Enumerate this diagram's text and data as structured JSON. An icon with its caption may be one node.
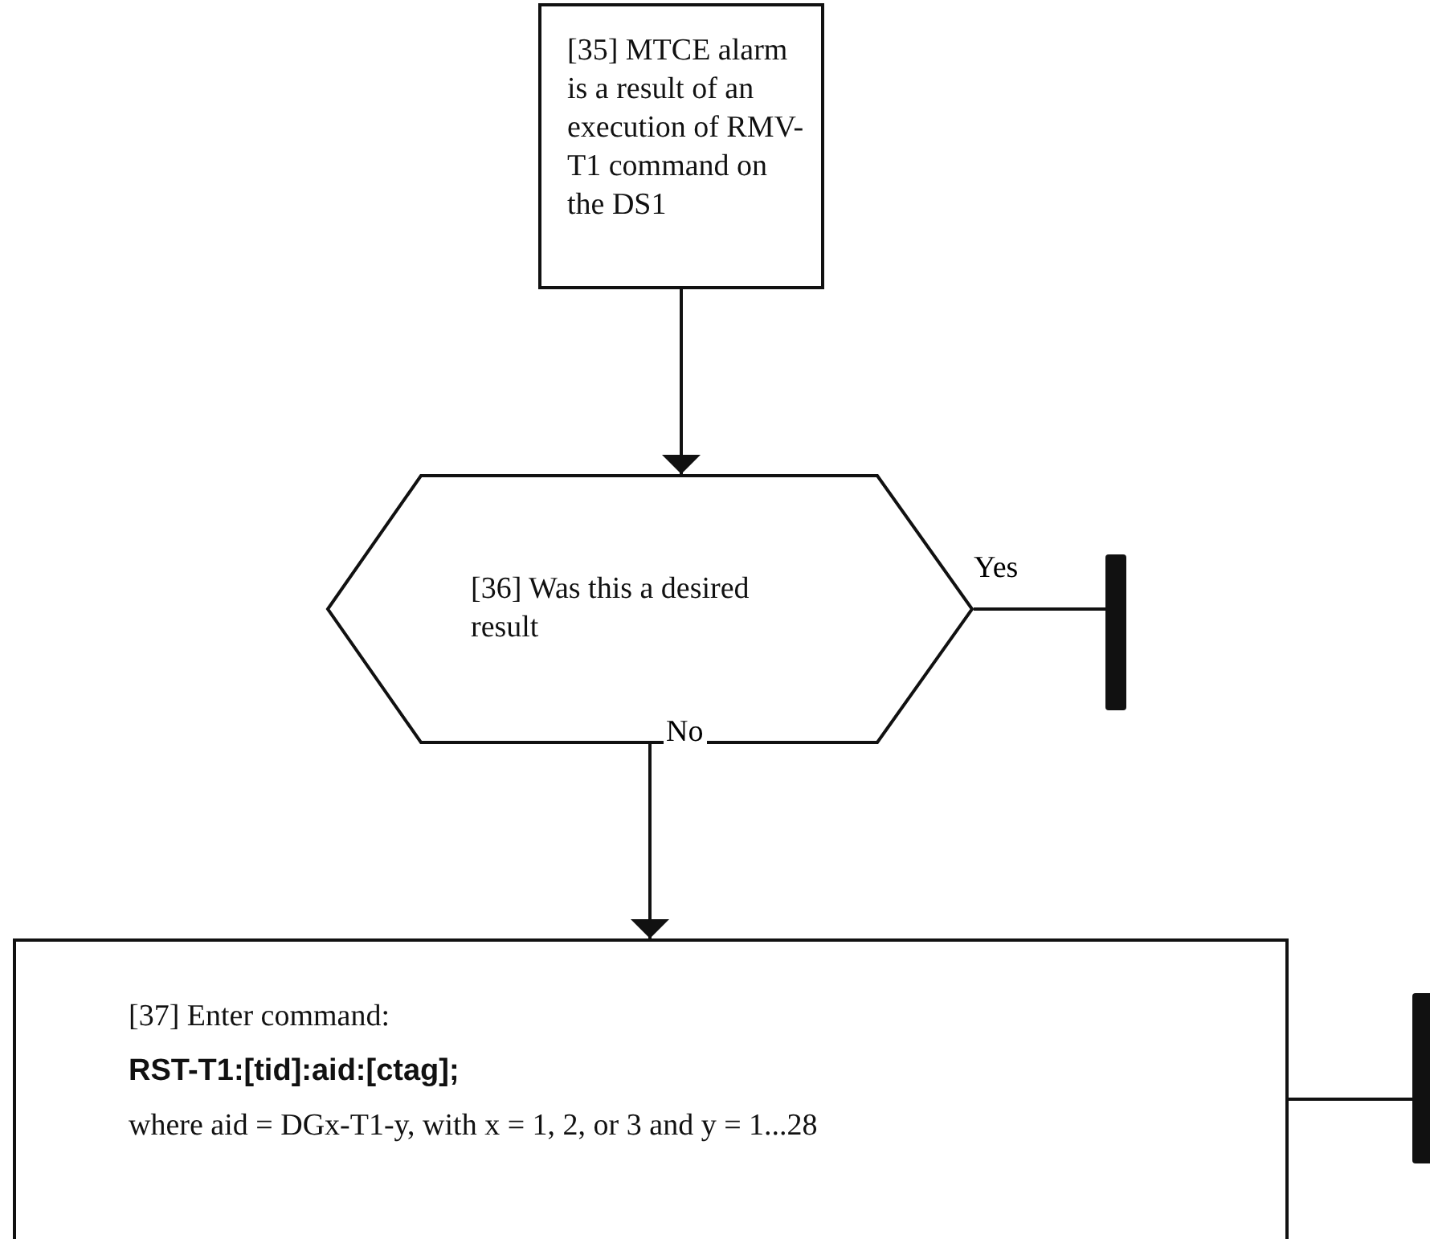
{
  "diagram": {
    "nodes": [
      {
        "text": [
          "[35] MTCE alarm is a result of an execution of RMV-T1 command on the DS1"
        ]
      },
      {
        "text": [
          "[36] Was this a desired result"
        ]
      },
      {
        "text": [],
        "shape": "bar"
      },
      {
        "text": [
          "[37] Enter command:",
          "RST-T1:[tid]:aid:[ctag];",
          "where aid = DGx-T1-y, with x = 1, 2, or 3 and y = 1...28"
        ]
      },
      {
        "text": [],
        "shape": "bar"
      }
    ],
    "edges": [
      {
        "from": 0,
        "to": 1,
        "arrow": "to"
      },
      {
        "from": 1,
        "to": 2,
        "arrow": "none",
        "label": "Yes"
      },
      {
        "from": 1,
        "to": 3,
        "arrow": "to",
        "label": "No"
      },
      {
        "from": 3,
        "to": 4,
        "arrow": "none"
      }
    ]
  }
}
